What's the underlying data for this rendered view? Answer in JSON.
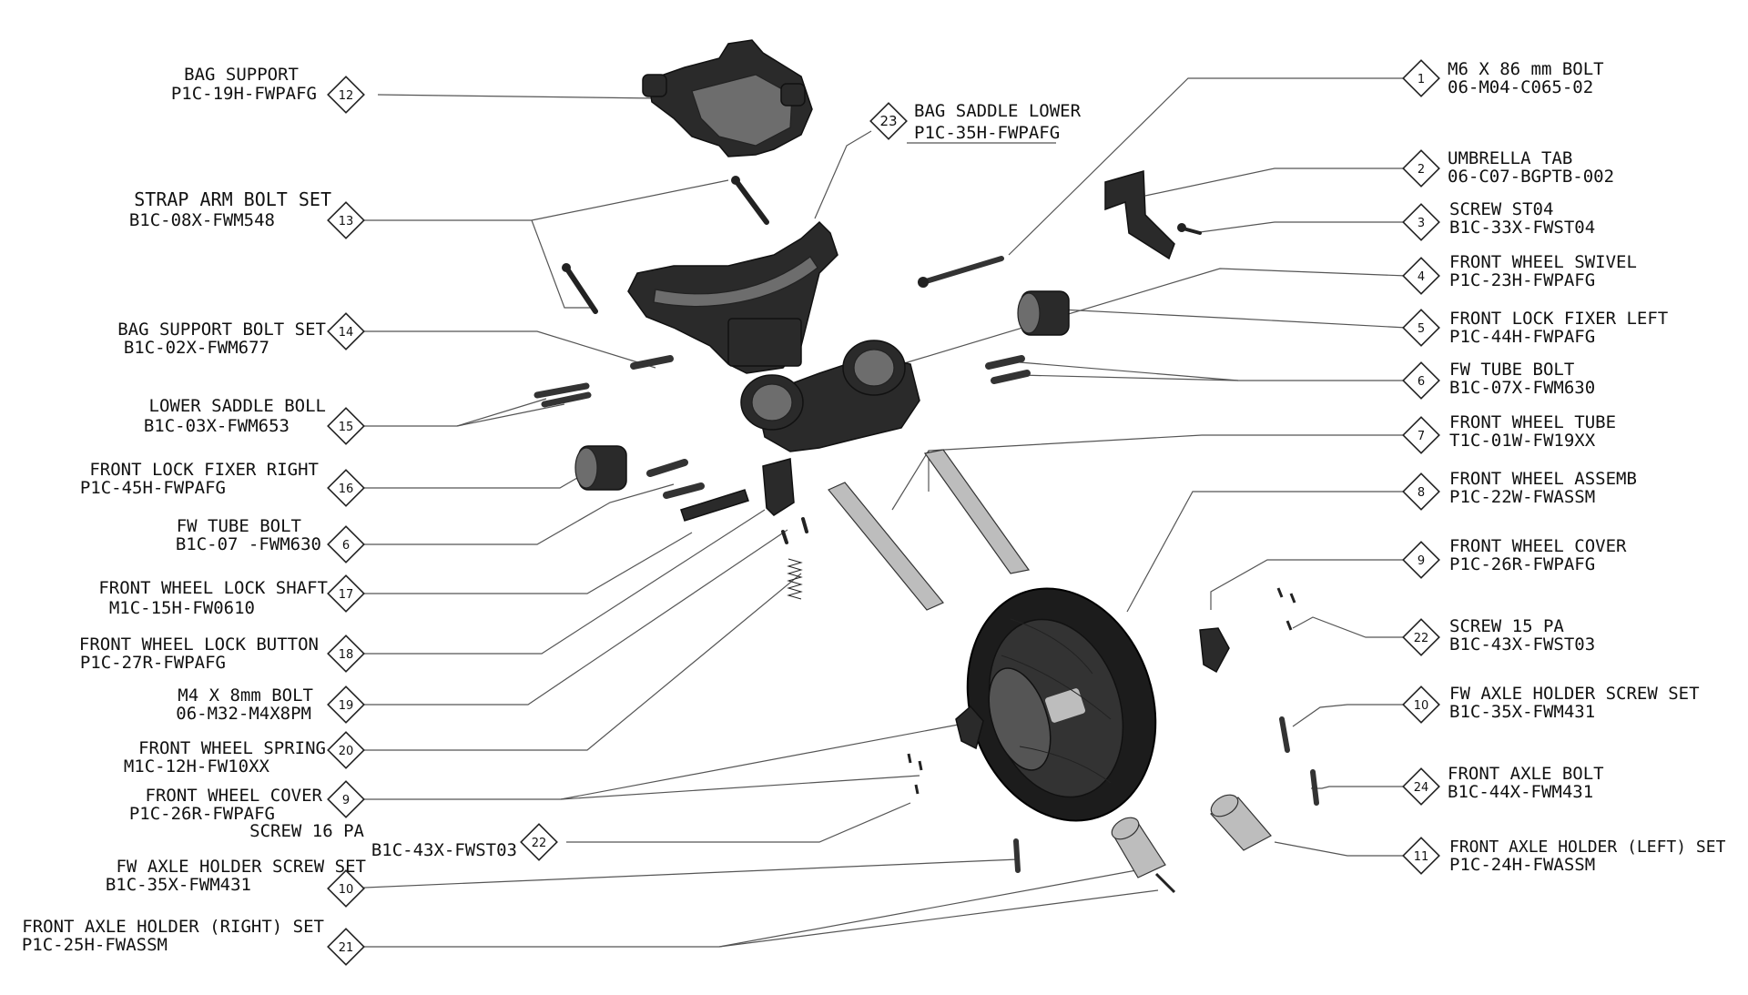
{
  "diagram": {
    "title": "Front wheel assembly exploded parts diagram",
    "callouts": [
      {
        "no": "12",
        "name": "BAG  SUPPORT",
        "code": "P1C-19H-FWPAFG"
      },
      {
        "no": "13",
        "name": "STRAP ARM BOLT SET",
        "code": "B1C-08X-FWM548"
      },
      {
        "no": "14",
        "name": "BAG SUPPORT BOLT SET",
        "code": "B1C-02X-FWM677"
      },
      {
        "no": "15",
        "name": "LOWER  SADDLE BOLL",
        "code": "B1C-03X-FWM653"
      },
      {
        "no": "16",
        "name": "FRONT  LOCK  FIXER RIGHT",
        "code": "P1C-45H-FWPAFG"
      },
      {
        "no": "6",
        "name": "FW TUBE BOLT",
        "code": "B1C-07 -FWM630"
      },
      {
        "no": "17",
        "name": "FRONT WHEEL LOCK SHAFT",
        "code": "M1C-15H-FW0610"
      },
      {
        "no": "18",
        "name": "FRONT  WHEEL LOCK BUTTON",
        "code": "P1C-27R-FWPAFG"
      },
      {
        "no": "19",
        "name": "M4 X 8mm BOLT",
        "code": "06-M32-M4X8PM"
      },
      {
        "no": "20",
        "name": "FRONT  WHEEL  SPRING",
        "code": "M1C-12H-FW10XX"
      },
      {
        "no": "9",
        "name": "FRONT  WHEEL  COVER",
        "code": "P1C-26R-FWPAFG"
      },
      {
        "no": "22",
        "name": "SCREW 16 PA",
        "code": "B1C-43X-FWST03"
      },
      {
        "no": "10",
        "name": "FW  AXLE  HOLDER SCREW SET",
        "code": "B1C-35X-FWM431"
      },
      {
        "no": "21",
        "name": "FRONT  AXLE HOLDER  (RIGHT) SET",
        "code": "P1C-25H-FWASSM"
      },
      {
        "no": "23",
        "name": "BAG SADDLE  LOWER",
        "code": "P1C-35H-FWPAFG"
      },
      {
        "no": "1",
        "name": "M6 X 86 mm BOLT",
        "code": "06-M04-C065-02"
      },
      {
        "no": "2",
        "name": "UMBRELLA TAB",
        "code": "06-C07-BGPTB-002"
      },
      {
        "no": "3",
        "name": "SCREW  ST04",
        "code": "B1C-33X-FWST04"
      },
      {
        "no": "4",
        "name": "FRONT  WHEEL SWIVEL",
        "code": "P1C-23H-FWPAFG"
      },
      {
        "no": "5",
        "name": "FRONT  LOCK  FIXER LEFT",
        "code": "P1C-44H-FWPAFG"
      },
      {
        "no": "6",
        "name": "FW TUBE BOLT",
        "code": "B1C-07X-FWM630"
      },
      {
        "no": "7",
        "name": "FRONT  WHEEL  TUBE",
        "code": "T1C-01W-FW19XX"
      },
      {
        "no": "8",
        "name": "FRONT  WHEEL  ASSEMB",
        "code": "P1C-22W-FWASSM"
      },
      {
        "no": "9",
        "name": "FRONT  WHEEL  COVER",
        "code": "P1C-26R-FWPAFG"
      },
      {
        "no": "22",
        "name": "SCREW 15 PA",
        "code": "B1C-43X-FWST03"
      },
      {
        "no": "10",
        "name": "FW  AXLE  HOLDER SCREW SET",
        "code": "B1C-35X-FWM431"
      },
      {
        "no": "24",
        "name": "FRONT AXLE BOLT",
        "code": "B1C-44X-FWM431"
      },
      {
        "no": "11",
        "name": "FRONT  AXLE HOLDER  (LEFT) SET",
        "code": "P1C-24H-FWASSM"
      }
    ]
  }
}
